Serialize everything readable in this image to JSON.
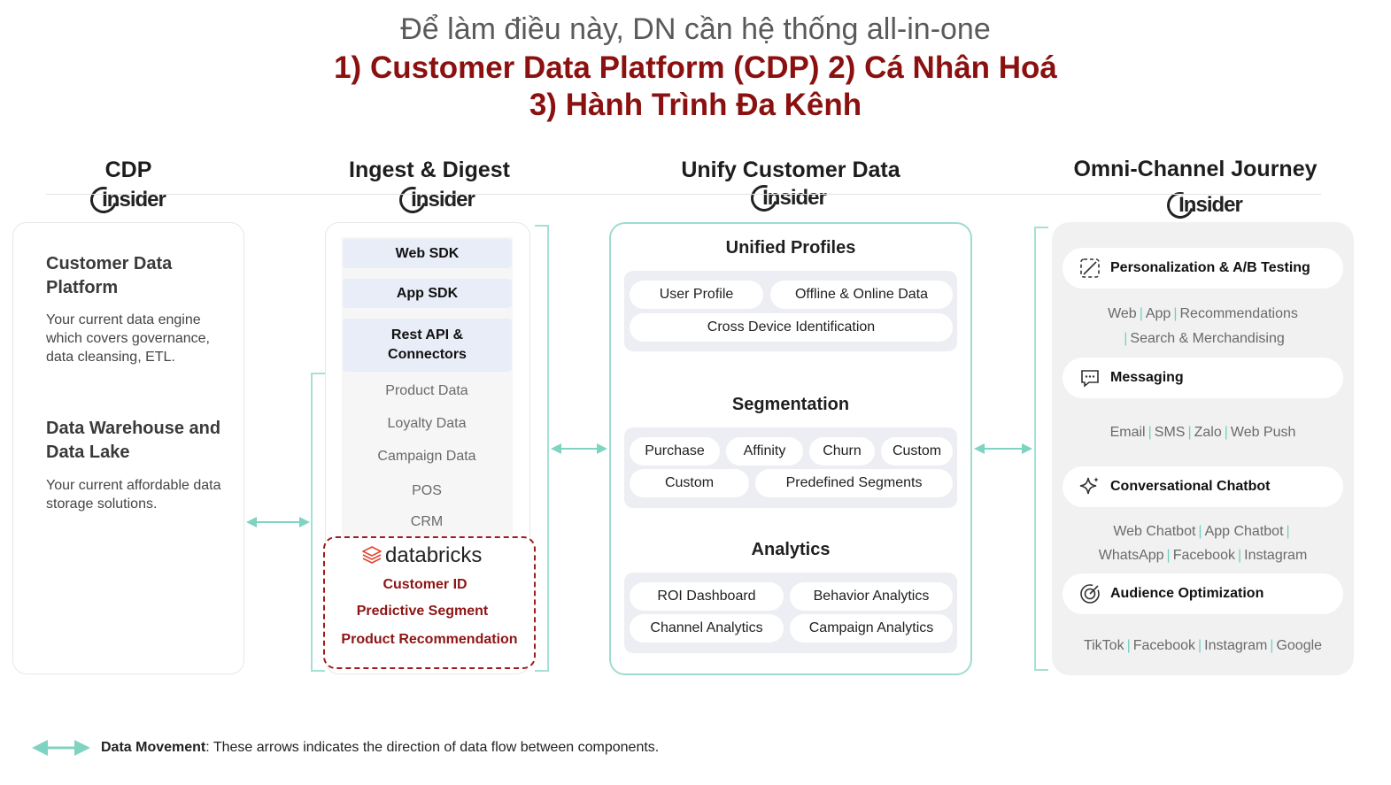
{
  "title": {
    "line1": "Để làm điều này, DN cần hệ thống all-in-one",
    "line2": "1) Customer Data Platform (CDP) 2) Cá Nhân Hoá",
    "line3": "3) Hành Trình Đa Kênh"
  },
  "columns": {
    "cdp": "CDP",
    "ingest": "Ingest & Digest",
    "unify": "Unify Customer Data",
    "omni": "Omni-Channel Journey"
  },
  "logo_text": "Insider",
  "cdp_panel": {
    "h1": "Customer Data Platform",
    "p1": "Your current data engine which covers governance, data cleansing, ETL.",
    "h2": "Data Warehouse and Data Lake",
    "p2": "Your current affordable data storage solutions."
  },
  "ingest": {
    "web_sdk": "Web SDK",
    "app_sdk": "App SDK",
    "rest_api": "Rest API & Connectors",
    "items": [
      "Product Data",
      "Loyalty Data",
      "Campaign Data",
      "POS",
      "CRM"
    ],
    "databricks": "databricks",
    "db_items": [
      "Customer ID",
      "Predictive Segment",
      "Product Recommendation"
    ]
  },
  "unify": {
    "profiles_title": "Unified Profiles",
    "profiles": [
      "User Profile",
      "Offline & Online Data",
      "Cross Device Identification"
    ],
    "segmentation_title": "Segmentation",
    "segments": [
      "Purchase",
      "Affinity",
      "Churn",
      "Custom",
      "Custom",
      "Predefined Segments"
    ],
    "analytics_title": "Analytics",
    "analytics": [
      "ROI Dashboard",
      "Behavior Analytics",
      "Channel Analytics",
      "Campaign Analytics"
    ]
  },
  "omni": {
    "personalization": "Personalization & A/B Testing",
    "personalization_sub1": [
      "Web",
      "App",
      "Recommendations"
    ],
    "personalization_sub2": "Search & Merchandising",
    "messaging": "Messaging",
    "messaging_sub": [
      "Email",
      "SMS",
      "Zalo",
      "Web Push"
    ],
    "chatbot": "Conversational Chatbot",
    "chatbot_sub1": [
      "Web Chatbot",
      "App Chatbot"
    ],
    "chatbot_sub2": [
      "WhatsApp",
      "Facebook",
      "Instagram"
    ],
    "audience": "Audience Optimization",
    "audience_sub": [
      "TikTok",
      "Facebook",
      "Instagram",
      "Google"
    ]
  },
  "legend": {
    "bold": "Data Movement",
    "text": ": These arrows indicates the direction of data flow between components."
  },
  "colors": {
    "accent_red": "#8b1111",
    "teal": "#7fd3c2"
  }
}
